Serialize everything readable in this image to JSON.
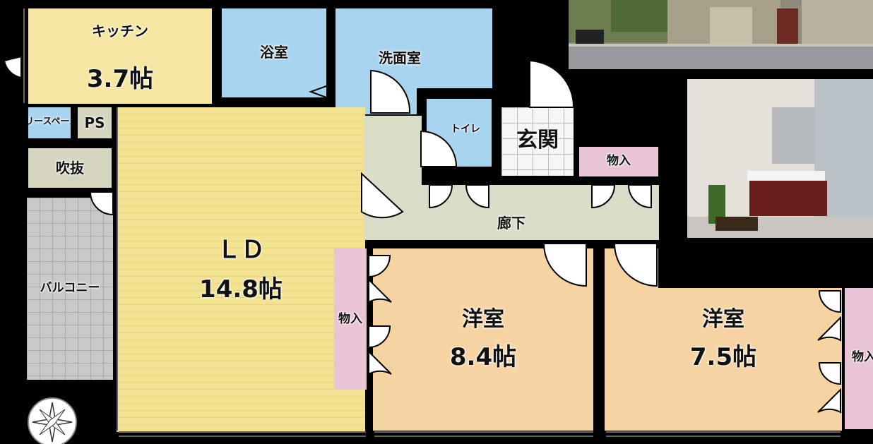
{
  "rooms": {
    "kitchen": {
      "name": "キッチン",
      "size": "3.7帖"
    },
    "bath": {
      "name": "浴室"
    },
    "washroom": {
      "name": "洗面室"
    },
    "delivery": {
      "name": "デリースペース"
    },
    "ps": {
      "name": "PS"
    },
    "toilet": {
      "name": "トイレ"
    },
    "genkan": {
      "name": "玄関"
    },
    "storage_entry": {
      "name": "物入"
    },
    "fukinuke": {
      "name": "吹抜"
    },
    "hallway": {
      "name": "廊下"
    },
    "ld": {
      "name": "ＬＤ",
      "size": "14.8帖"
    },
    "balcony": {
      "name": "バルコニー"
    },
    "storage_mid": {
      "name": "物入"
    },
    "western1": {
      "name": "洋室",
      "size": "8.4帖"
    },
    "western2": {
      "name": "洋室",
      "size": "7.5帖"
    },
    "storage_right": {
      "name": "物入"
    }
  },
  "colors": {
    "kitchen": "#f5e7a3",
    "wet": "#a8d4f0",
    "hall": "#d9dcc7",
    "ld": "#f2e292",
    "western": "#f6d3a3",
    "storage": "#e9c3d6",
    "fukinuke": "#d5d5c0",
    "wall": "#000000"
  }
}
